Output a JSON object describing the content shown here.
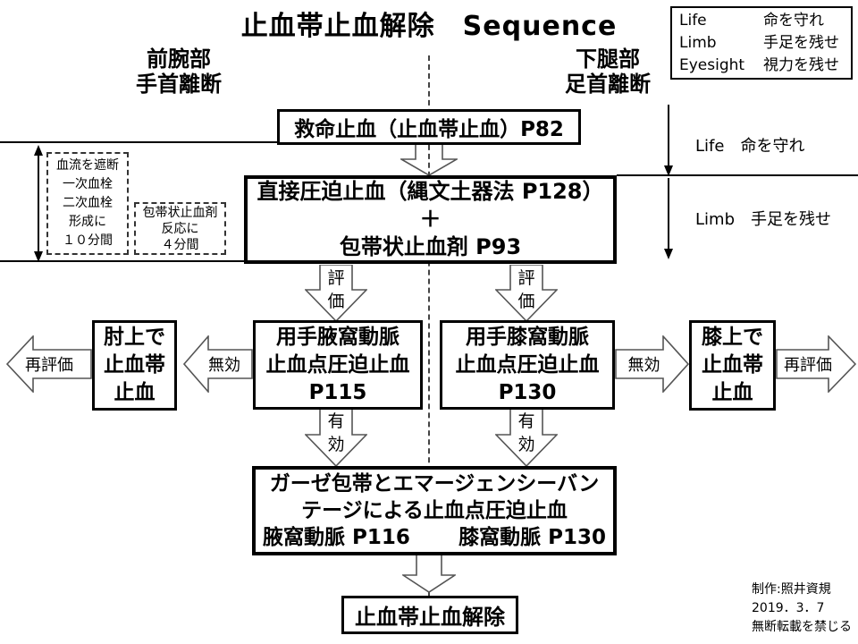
{
  "title": "止血帯止血解除　Sequence",
  "regions": {
    "left": [
      "前腕部",
      "手首離断"
    ],
    "right": [
      "下腿部",
      "足首離断"
    ]
  },
  "legend": {
    "rows": [
      {
        "term": "Life",
        "desc": "命を守れ"
      },
      {
        "term": "Limb",
        "desc": "手足を残せ"
      },
      {
        "term": "Eyesight",
        "desc": "視力を残せ"
      }
    ]
  },
  "side_notes": {
    "life": "Life　命を守れ",
    "limb": "Limb　手足を残せ"
  },
  "dashed_notes": {
    "clot": [
      "血流を遮断",
      "一次血栓",
      "二次血栓",
      "形成に",
      "１０分間"
    ],
    "agent": [
      "包帯状止血剤",
      "反応に",
      "４分間"
    ]
  },
  "flow": {
    "box1": "救命止血（止血帯止血）P82",
    "box2": [
      "直接圧迫止血（縄文土器法 P128）",
      "＋",
      "包帯状止血剤 P93"
    ],
    "box3": [
      "用手腋窩動脈",
      "止血点圧迫止血",
      "P115"
    ],
    "box4": [
      "用手膝窩動脈",
      "止血点圧迫止血",
      "P130"
    ],
    "box_left": [
      "肘上で",
      "止血帯",
      "止血"
    ],
    "box_right": [
      "膝上で",
      "止血帯",
      "止血"
    ],
    "box5": [
      "ガーゼ包帯とエマージェンシーバン",
      "テージによる止血点圧迫止血"
    ],
    "box5_line3_left": "腋窩動脈 P116",
    "box5_line3_right": "膝窩動脈 P130",
    "box6": "止血帯止血解除"
  },
  "arrow_labels": {
    "hyouka": [
      "評",
      "価"
    ],
    "yuko": [
      "有",
      "効"
    ],
    "muko": "無効",
    "saihyouka": "再評価"
  },
  "credit": [
    "制作:照井資規",
    "2019．3．7",
    "無断転載を禁じる"
  ],
  "colors": {
    "background": "#ffffff",
    "line": "#000000",
    "arrow_outline": "#555555"
  }
}
